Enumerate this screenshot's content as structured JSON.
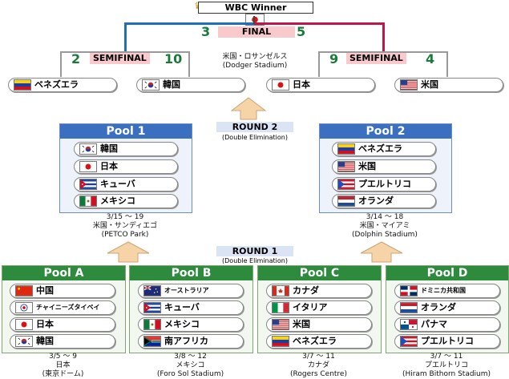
{
  "title": "WBC Winner",
  "final": {
    "label": "FINAL",
    "score_left": "3",
    "score_right": "5"
  },
  "semi_left": {
    "label": "SEMIFINAL",
    "score_left": "2",
    "score_right": "10"
  },
  "semi_right": {
    "label": "SEMIFINAL",
    "score_left": "9",
    "score_right": "4"
  },
  "final_venue": {
    "line1": "米国・ロサンゼルス",
    "line2": "(Dodger Stadium)"
  },
  "semi_teams": [
    "ベネズエラ",
    "韓国",
    "日本",
    "米国"
  ],
  "round2": {
    "label": "ROUND 2",
    "sub": "(Double Elimination)"
  },
  "round1": {
    "label": "ROUND 1",
    "sub": "(Double Elimination)"
  },
  "pool1": {
    "name": "Pool 1",
    "teams": [
      "韓国",
      "日本",
      "キューバ",
      "メキシコ"
    ],
    "venue": {
      "line1": "3/15 〜 19",
      "line2": "米国・サンディエゴ",
      "line3": "(PETCO Park)"
    }
  },
  "pool2": {
    "name": "Pool 2",
    "teams": [
      "ベネズエラ",
      "米国",
      "プエルトリコ",
      "オランダ"
    ],
    "venue": {
      "line1": "3/14 〜 18",
      "line2": "米国・マイアミ",
      "line3": "(Dolphin Stadium)"
    }
  },
  "poolA": {
    "name": "Pool A",
    "teams": [
      "中国",
      "チャイニーズタイペイ",
      "日本",
      "韓国"
    ],
    "venue": {
      "line1": "3/5 〜 9",
      "line2": "日本",
      "line3": "(東京ドーム)"
    }
  },
  "poolB": {
    "name": "Pool B",
    "teams": [
      "オーストラリア",
      "キューバ",
      "メキシコ",
      "南アフリカ"
    ],
    "venue": {
      "line1": "3/8 〜 12",
      "line2": "メキシコ",
      "line3": "(Foro Sol Stadium)"
    }
  },
  "poolC": {
    "name": "Pool C",
    "teams": [
      "カナダ",
      "イタリア",
      "米国",
      "ベネズエラ"
    ],
    "venue": {
      "line1": "3/7 〜 11",
      "line2": "カナダ",
      "line3": "(Rogers Centre)"
    }
  },
  "poolD": {
    "name": "Pool D",
    "teams": [
      "ドミニカ共和国",
      "オランダ",
      "パナマ",
      "プエルトリコ"
    ],
    "venue": {
      "line1": "3/7 〜 11",
      "line2": "プエルトリコ",
      "line3": "(Hiram Bithorn Stadium)"
    }
  },
  "colors": {
    "pool_header": "#3b6fc0",
    "pool_green": "#2e8b3e",
    "left_bracket": "#1f6fc0",
    "right_bracket": "#c0174a",
    "arrow": "#f6d4a8",
    "score": "#1a7a3a"
  }
}
